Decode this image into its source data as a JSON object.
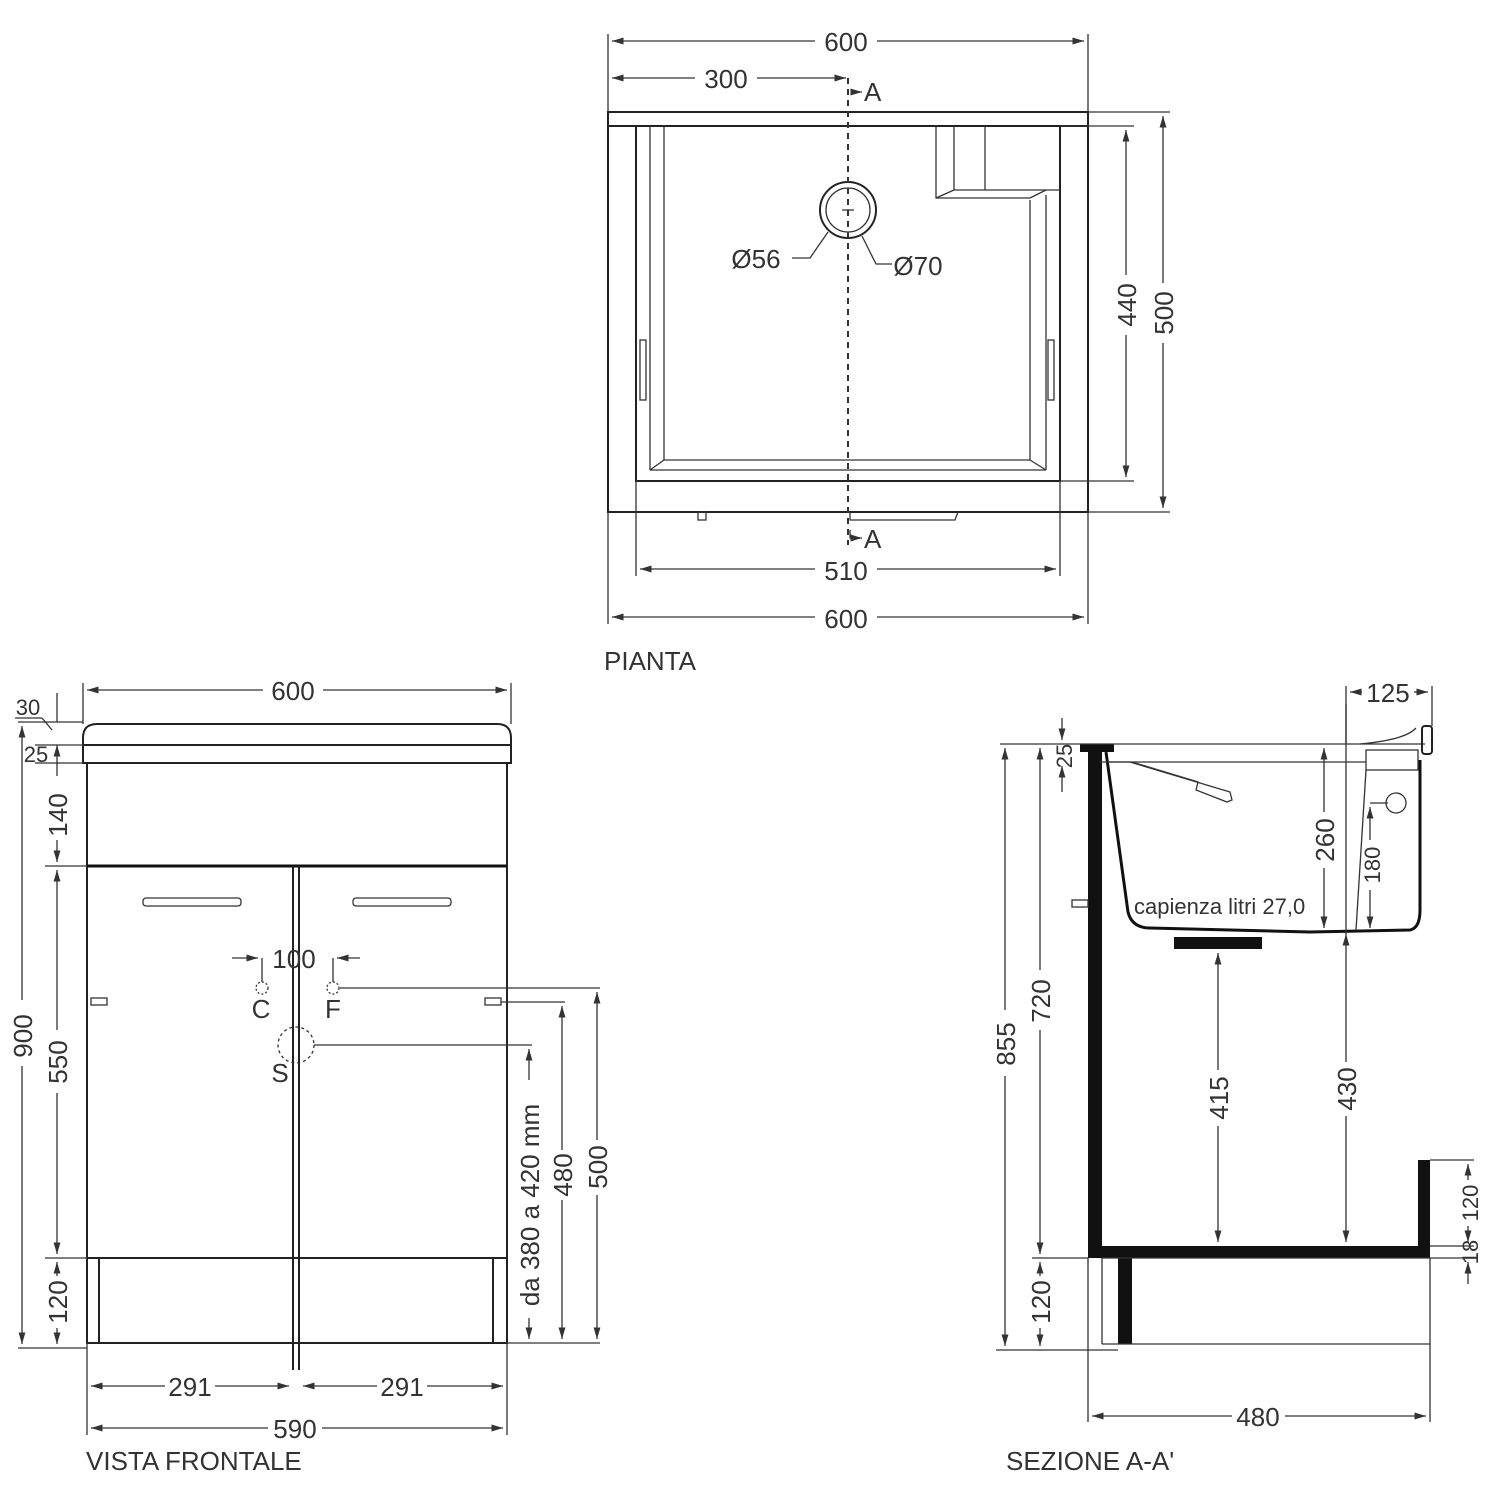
{
  "views": {
    "plan": {
      "title": "PIANTA",
      "dims": {
        "top_width": "600",
        "half_width": "300",
        "section_marker_top": "A",
        "section_marker_bottom": "A",
        "drain_inner": "Ø56",
        "drain_outer": "Ø70",
        "inner_depth": "440",
        "outer_depth": "500",
        "inner_width": "510",
        "bottom_width": "600"
      }
    },
    "front": {
      "title": "VISTA FRONTALE",
      "dims": {
        "top_width": "600",
        "top_rim": "30",
        "rim_thickness": "25",
        "front_band": "140",
        "total_height": "900",
        "door_height": "550",
        "plinth": "120",
        "tap_spacing": "100",
        "hot_label": "C",
        "cold_label": "F",
        "drain_label": "S",
        "drain_range": "da 380 a 420 mm",
        "supply_height_480": "480",
        "supply_height_500": "500",
        "left_door": "291",
        "right_door": "291",
        "base_width": "590"
      }
    },
    "section": {
      "title": "SEZIONE A-A'",
      "dims": {
        "overhang": "125",
        "rim": "25",
        "basin_depth": "260",
        "overflow_height": "180",
        "capacity": "capienza litri 27,0",
        "total_height": "855",
        "cabinet_height": "720",
        "plinth": "120",
        "shelf_to_tray": "415",
        "shelf_to_basin": "430",
        "back_upstand": "120",
        "shelf_thickness": "18",
        "depth": "480"
      }
    }
  }
}
